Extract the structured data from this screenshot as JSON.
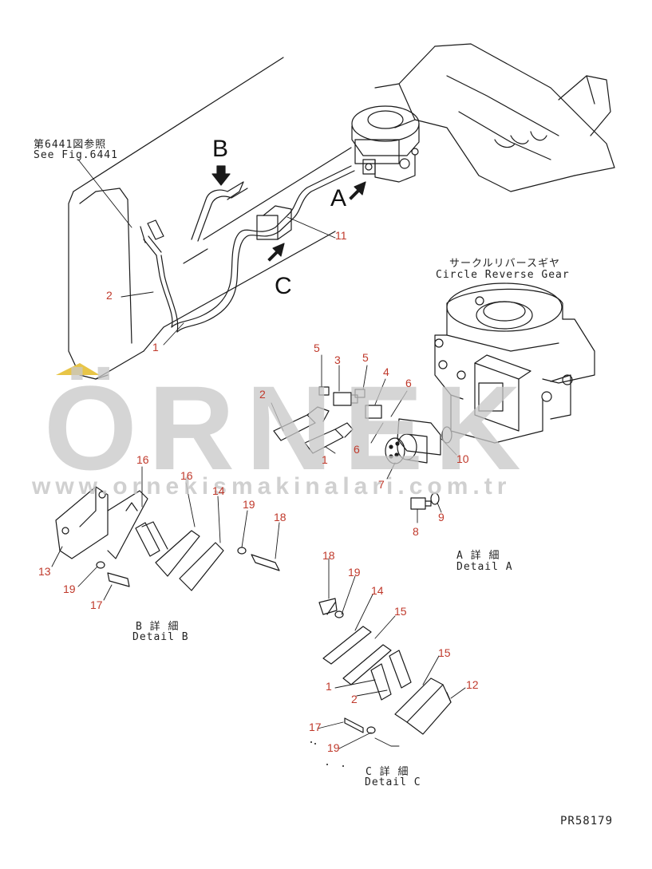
{
  "colors": {
    "line": "#1a1a1a",
    "callout": "#c0392b",
    "watermark": "#c8c8c8",
    "accent": "#e8c547"
  },
  "watermark": {
    "brand": "ÖRNEK",
    "url": "www.ornekismakinalari.com.tr"
  },
  "ref": {
    "ja": "第6441図参照",
    "en": "See Fig.6441"
  },
  "views": {
    "B": "B",
    "A": "A",
    "C": "C"
  },
  "gear": {
    "ja": "サークルリバースギヤ",
    "en": "Circle Reverse Gear"
  },
  "details": {
    "A": {
      "ja": "A 詳 細",
      "en": "Detail A"
    },
    "B": {
      "ja": "B 詳 細",
      "en": "Detail B"
    },
    "C": {
      "ja": "C 詳 細",
      "en": "Detail C"
    }
  },
  "code": "PR58179",
  "callouts": {
    "main_2": "2",
    "main_1": "1",
    "main_11": "11",
    "a_5a": "5",
    "a_3": "3",
    "a_5b": "5",
    "a_4": "4",
    "a_6a": "6",
    "a_2": "2",
    "a_6b": "6",
    "a_1": "1",
    "a_10": "10",
    "a_7": "7",
    "a_8": "8",
    "a_9": "9",
    "b_16a": "16",
    "b_16b": "16",
    "b_14": "14",
    "b_19a": "19",
    "b_18": "18",
    "b_13": "13",
    "b_19b": "19",
    "b_17": "17",
    "c_18": "18",
    "c_19a": "19",
    "c_14": "14",
    "c_15a": "15",
    "c_15b": "15",
    "c_12": "12",
    "c_1": "1",
    "c_2": "2",
    "c_17": "17",
    "c_19b": "19"
  }
}
